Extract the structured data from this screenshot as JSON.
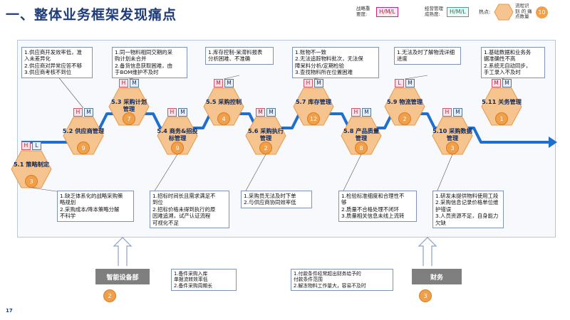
{
  "title": "一、整体业务框架发现痛点",
  "legend": {
    "strategic_label": "战略重\n要度:",
    "strategic_value": "H/M/L",
    "ops_label": "经营管理\n成熟度:",
    "ops_value": "H/M/L",
    "hot_label": "热点:",
    "hot_desc": "流程识\n别 的 痛\n点数量",
    "hot_value": "10"
  },
  "colors": {
    "hex_fill": "#f6c48f",
    "hex_stroke": "#e39a4c",
    "arrow": "#1f6fd0",
    "hot": "#f0a04a"
  },
  "nodes": [
    {
      "id": "5.1",
      "label": "5.1 策略制定",
      "s": "H",
      "o": "L",
      "hot": "3"
    },
    {
      "id": "5.2",
      "label": "5.2 供应商管理",
      "s": "H",
      "o": "M",
      "hot": "9"
    },
    {
      "id": "5.3",
      "label": "5.3 采购计划\n管理",
      "s": "H",
      "o": "M",
      "hot": "7"
    },
    {
      "id": "5.4",
      "label": "5.4 商务&招投\n标管理",
      "s": "H",
      "o": "M",
      "hot": "9"
    },
    {
      "id": "5.5",
      "label": "5.5 采购控制",
      "s": "M",
      "o": "M",
      "hot": "4"
    },
    {
      "id": "5.6",
      "label": "5.6 采购执行\n管理",
      "s": "M",
      "o": "M",
      "hot": "2"
    },
    {
      "id": "5.7",
      "label": "5.7 库存管理",
      "s": "H",
      "o": "M",
      "hot": "12"
    },
    {
      "id": "5.8",
      "label": "5.8 产品质量\n管理",
      "s": "H",
      "o": "M",
      "hot": "8"
    },
    {
      "id": "5.9",
      "label": "5.9 物流管理",
      "s": "L",
      "o": "M",
      "hot": "2"
    },
    {
      "id": "5.10",
      "label": "5.10 采购数据\n管理",
      "s": "H",
      "o": "M",
      "hot": "3"
    },
    {
      "id": "5.11",
      "label": "5.11 关务管理",
      "s": "M",
      "o": "M",
      "hot": "1"
    }
  ],
  "notes_top": [
    "1.供应商开发效率低，准\n  入未差异化\n2.供应商对异常应答不够\n3.供应商考核不到位",
    "1.同一物料相同交期的采\n  购计划未合并\n2.备货信息获取困难，由\n  于BOM维护不及时",
    "1.库存控制-呆滞料报表\n  分析困难、不准确",
    "1.账物不一致\n2.无法追踪物料批次，无法保\n  障呆料分析/定期检验\n3.查找物料所在位置困难",
    "1.无法及时了解物流详细\n  进度",
    "1.基础数据和业务务\n  据准确性不高\n2.系统无自动同步，\n  手工录入不及时"
  ],
  "notes_bottom": [
    "1.缺乏体系化的战略采购策\n  略规划\n2.采购成本/降本策略分解\n  不科学",
    "1.招标时间长且需求满足不\n  到位\n2.招标价格未得到执行的原\n  因难追溯，试产认证流程\n  可视化不足",
    "1.采购员无法及时下单\n2.与供应商协同效率低",
    "1.检验标准细度和合理性不\n  够\n2.质量不合格处理不闭环\n3.质量相关信息未线上流转",
    "1.研发未提供物料使用工段\n2.采购信息记录价格单位维\n  护错误\n3.人员资源不足，自身能力\n  欠缺"
  ],
  "depts": [
    {
      "name": "智能设备部",
      "hot": "2",
      "note": "1.备件采购入库\n  单据流转效率低\n2.备件采购周期长"
    },
    {
      "name": "财务",
      "hot": "3",
      "note": "1.付款条件经常超出财务给予的\n  付款条件范围\n2.解冻物料工作量大，容易不及时"
    }
  ],
  "page_number": "17"
}
